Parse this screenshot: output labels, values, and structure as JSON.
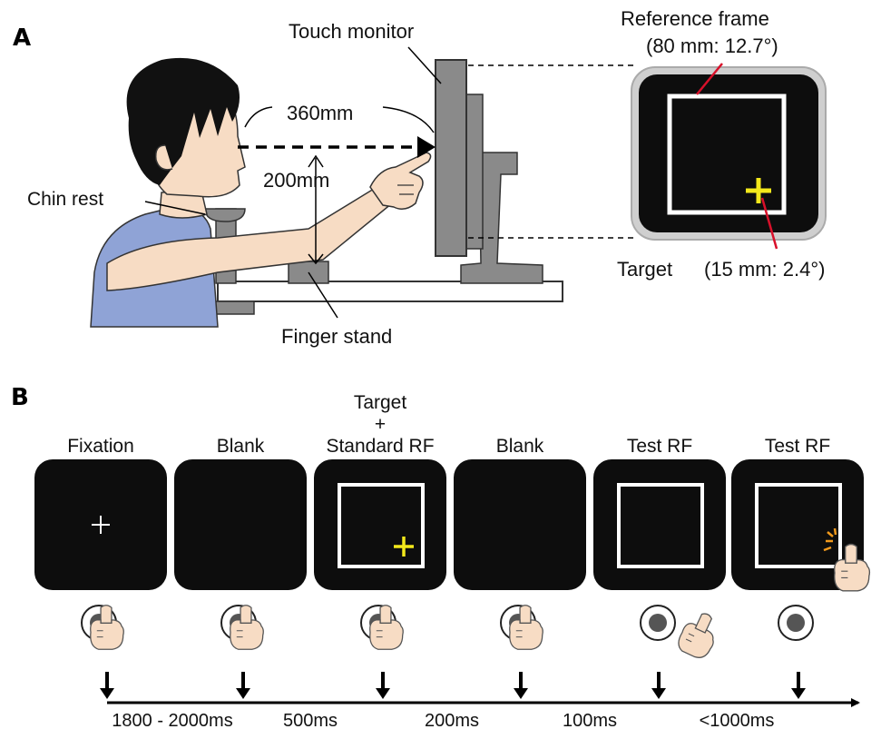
{
  "panel_a": {
    "letter": "A",
    "touch_monitor_label": "Touch monitor",
    "distance_label": "360mm",
    "height_label": "200mm",
    "chin_rest_label": "Chin rest",
    "finger_stand_label": "Finger stand",
    "reference_frame_title": "Reference frame",
    "reference_frame_size": "(80 mm: 12.7°)",
    "target_label": "Target",
    "target_size": "(15 mm: 2.4°)"
  },
  "panel_b": {
    "letter": "B",
    "phases": [
      {
        "label_lines": [
          "Fixation"
        ],
        "stimulus": "fixation-cross",
        "hand": "pressing"
      },
      {
        "label_lines": [
          "Blank"
        ],
        "stimulus": "none",
        "hand": "pressing"
      },
      {
        "label_lines": [
          "Target",
          "+",
          "Standard RF"
        ],
        "stimulus": "frame-and-target",
        "hand": "pressing"
      },
      {
        "label_lines": [
          "Blank"
        ],
        "stimulus": "none",
        "hand": "pressing"
      },
      {
        "label_lines": [
          "Test RF"
        ],
        "stimulus": "frame",
        "hand": "released"
      },
      {
        "label_lines": [
          "Test RF"
        ],
        "stimulus": "frame-and-touch",
        "hand": "none"
      }
    ],
    "durations": [
      "1800 - 2000ms",
      "500ms",
      "200ms",
      "100ms",
      "<1000ms"
    ]
  },
  "colors": {
    "screen": "#0d0d0d",
    "target_yellow": "#f3e81b",
    "shirt": "#8fa3d6",
    "skin": "#f7dcc4",
    "monitor_gray": "#8a8a8a",
    "annotation_red": "#d8102a",
    "touch_orange": "#f29a1c"
  }
}
